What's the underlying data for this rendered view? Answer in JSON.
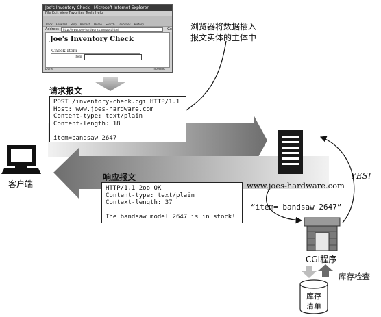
{
  "browser": {
    "title": "Joe's Inventory Check - Microsoft Internet Explorer",
    "menu": "File  Edit  View  Favorites  Tools  Help",
    "toolbar": [
      "Back",
      "Forward",
      "Stop",
      "Refresh",
      "Home",
      "Search",
      "Favorites",
      "History"
    ],
    "address_label": "Address",
    "url": "http://www.joes-hardware.com/post.html",
    "go_label": "Go",
    "page_heading": "Joe's Inventory Check",
    "form_title": "Check Item",
    "item_label": "Item",
    "status_left": "Done",
    "status_right": "Internet"
  },
  "annotation_top": {
    "line1": "浏览器将数据插入",
    "line2": "报文实体的主体中"
  },
  "request": {
    "label": "请求报文",
    "lines": [
      "POST /inventory-check.cgi HTTP/1.1",
      "Host: www.joes-hardware.com",
      "Content-type: text/plain",
      "Content-length: 18",
      "",
      "item=bandsaw 2647"
    ]
  },
  "response": {
    "label": "响应报文",
    "lines": [
      "HTTP/1.1 2oo OK",
      "Content-type: text/plain",
      "Context-length: 37",
      "",
      "The bandsaw model 2647 is in stock!"
    ]
  },
  "client_label": "客户端",
  "server_label": "www.joes-hardware.com",
  "yes_label": "YES!",
  "cgi_query": "“item= bandsaw 2647”",
  "cgi_label": "CGI程序",
  "inventory_check_label": "库存检查",
  "db_label_line1": "库存",
  "db_label_line2": "清单"
}
